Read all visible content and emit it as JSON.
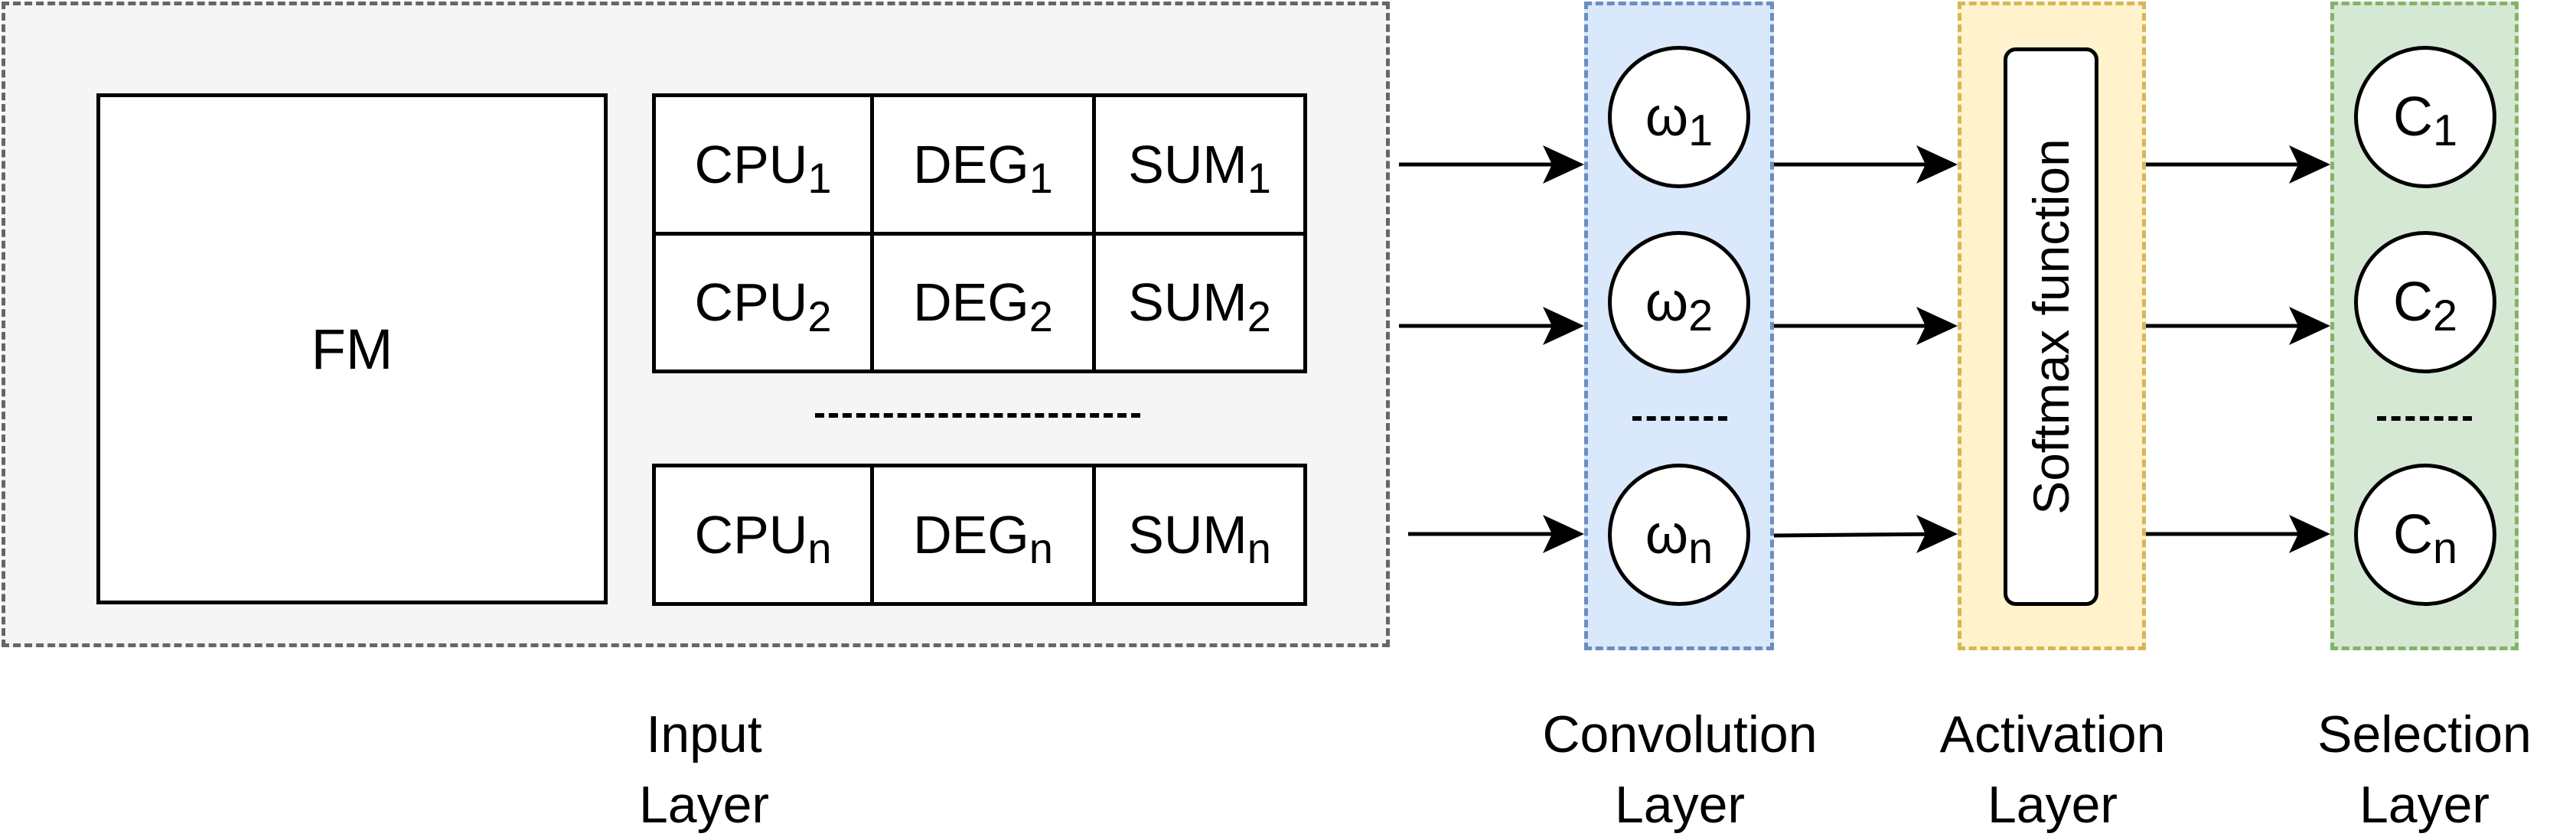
{
  "input_layer": {
    "fm_label": "FM",
    "rows_top": [
      [
        {
          "base": "CPU",
          "sub": "1"
        },
        {
          "base": "DEG",
          "sub": "1"
        },
        {
          "base": "SUM",
          "sub": "1"
        }
      ],
      [
        {
          "base": "CPU",
          "sub": "2"
        },
        {
          "base": "DEG",
          "sub": "2"
        },
        {
          "base": "SUM",
          "sub": "2"
        }
      ]
    ],
    "row_last": [
      {
        "base": "CPU",
        "sub": "n"
      },
      {
        "base": "DEG",
        "sub": "n"
      },
      {
        "base": "SUM",
        "sub": "n"
      }
    ],
    "caption_line1": "Input",
    "caption_line2": "Layer"
  },
  "convolution_layer": {
    "nodes": [
      {
        "base": "ω",
        "sub": "1"
      },
      {
        "base": "ω",
        "sub": "2"
      },
      {
        "base": "ω",
        "sub": "n"
      }
    ],
    "caption_line1": "Convolution",
    "caption_line2": "Layer"
  },
  "activation_layer": {
    "function_label": "Softmax function",
    "caption_line1": "Activation",
    "caption_line2": "Layer"
  },
  "selection_layer": {
    "nodes": [
      {
        "base": "C",
        "sub": "1"
      },
      {
        "base": "C",
        "sub": "2"
      },
      {
        "base": "C",
        "sub": "n"
      }
    ],
    "caption_line1": "Selection",
    "caption_line2": "Layer"
  },
  "colors": {
    "input_fill": "#f5f5f5",
    "input_border": "#666666",
    "convolution_fill": "#dae8fc",
    "convolution_border": "#6c8ebf",
    "activation_fill": "#fff2cc",
    "activation_border": "#d6b656",
    "selection_fill": "#d5e8d4",
    "selection_border": "#82b366"
  }
}
